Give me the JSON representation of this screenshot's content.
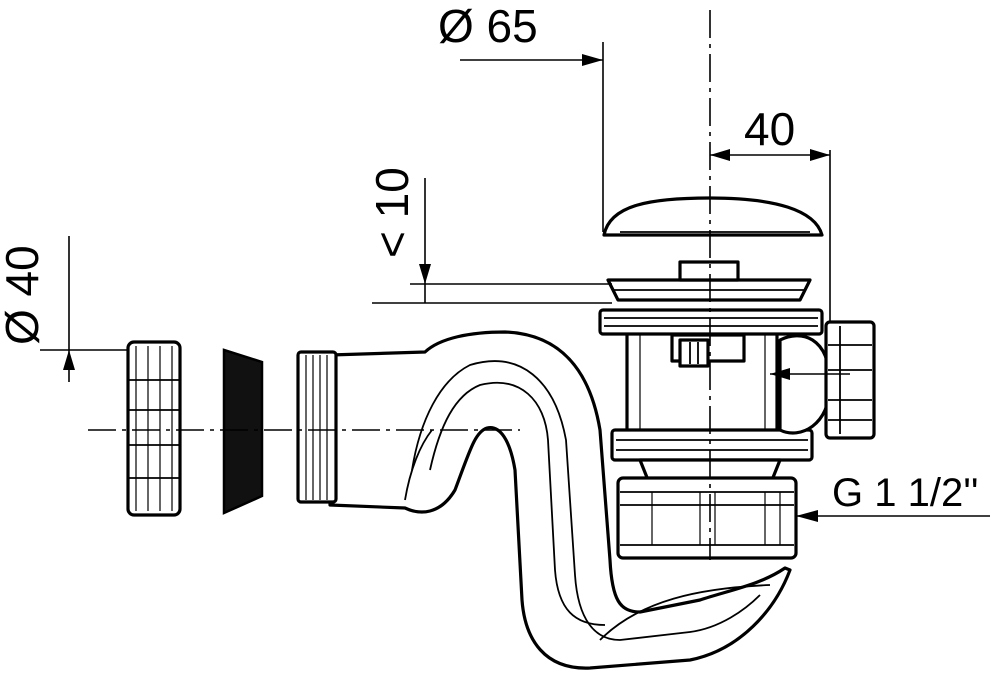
{
  "dimensions": {
    "outlet_diameter": "Ø 65",
    "offset": "40",
    "pipe_diameter": "Ø 40",
    "clearance": "< 10",
    "thread": "G 1 1/2''"
  }
}
